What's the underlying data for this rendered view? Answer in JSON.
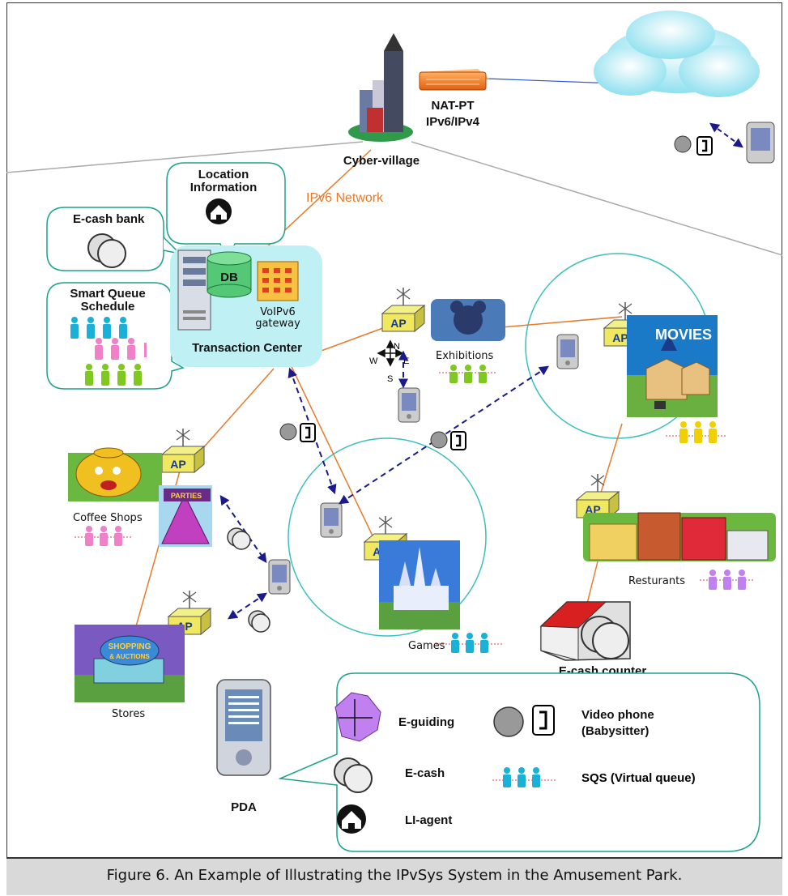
{
  "caption": "Figure 6. An Example of Illustrating the IPvSys System in the Amusement Park.",
  "nodes": {
    "cyber_village": "Cyber-village",
    "nat_pt_line1": "NAT-PT",
    "nat_pt_line2": "IPv6/IPv4",
    "ipv6_network": "IPv6 Network",
    "location_info_line1": "Location",
    "location_info_line2": "Information",
    "ecash_bank": "E-cash bank",
    "sqs_line1": "Smart Queue",
    "sqs_line2": "Schedule",
    "db": "DB",
    "voip_line1": "VoIPv6",
    "voip_line2": "gateway",
    "transaction_center": "Transaction Center",
    "ap": "AP",
    "exhibitions": "Exhibitions",
    "movies": "MOVIES",
    "coffee_shops": "Coffee Shops",
    "parties": "PARTIES",
    "stores": "Stores",
    "shopping_line1": "SHOPPING",
    "shopping_line2": "& AUCTIONS",
    "games": "Games",
    "restaurants": "Resturants",
    "ecash_counter": "E-cash counter",
    "compass_n": "N",
    "compass_s": "S",
    "compass_e": "E",
    "compass_w": "W"
  },
  "legend": {
    "pda": "PDA",
    "e_guiding": "E-guiding",
    "e_cash": "E-cash",
    "li_agent": "LI-agent",
    "video_phone_line1": "Video phone",
    "video_phone_line2": "(Babysitter)",
    "sqs_bold": "SQS",
    "sqs_rest": " (Virtual queue)"
  },
  "colors": {
    "wire_orange": "#e87a2a",
    "cell_teal": "#3bbfbf",
    "callout_teal": "#1aa38a",
    "link_navy": "#1a1a8a",
    "queue_cyan": "#1ab0d8",
    "queue_pink": "#f080c8",
    "queue_green": "#7ec820",
    "queue_yellow": "#f0d000",
    "queue_violet": "#c080f0"
  }
}
